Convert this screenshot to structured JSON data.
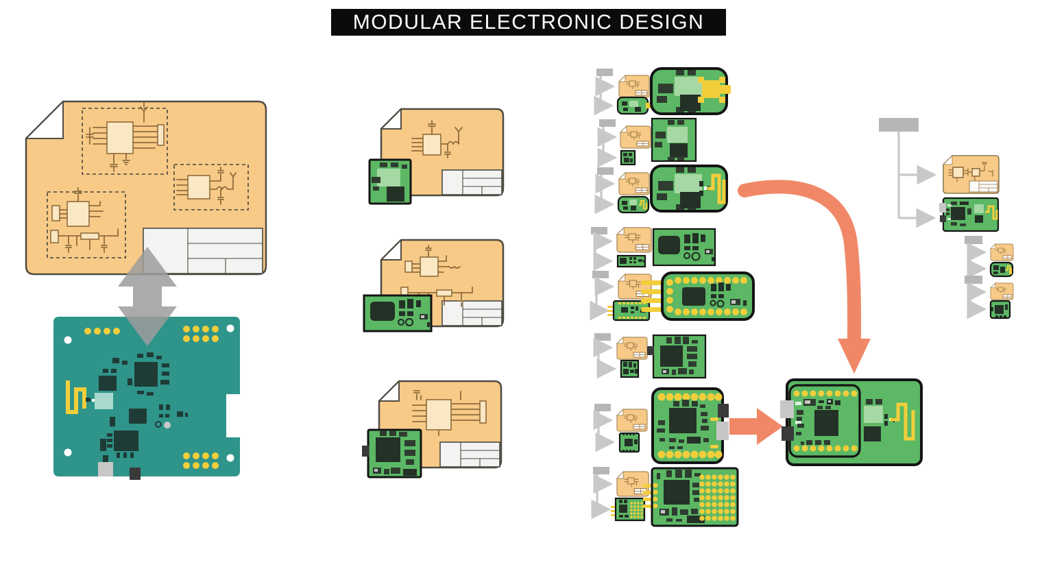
{
  "title": "MODULAR ELECTRONIC DESIGN",
  "colors": {
    "background": "#FFFFFF",
    "banner_bg": "#0B0B0B",
    "banner_text": "#FFFFFF",
    "schematic_paper": "#F7CA87",
    "schematic_ink": "#8F6C3C",
    "paper_outline": "#4F4B42",
    "pcb_teal": "#2F948A",
    "module_green": "#5CB865",
    "shield_green": "#A6D8A4",
    "component_dark": "#243126",
    "pad_yellow": "#F2CE3B",
    "connector_gray": "#C7C7C7",
    "flow_arrow_salmon": "#F08868",
    "compare_arrow_gray": "#9C9C9C",
    "tree_line_gray": "#C8C8C8",
    "placeholder_bar_gray": "#B6B6B6"
  },
  "left_panel": {
    "icons": [
      "schematic-document-large",
      "bidirectional-arrow",
      "assembled-pcb-teal"
    ],
    "schematic_blocks_count": 3
  },
  "middle_panel": {
    "pairs": [
      {
        "icons": [
          "schematic-document",
          "pcb-module-shield"
        ]
      },
      {
        "icons": [
          "schematic-document",
          "pcb-module-rf"
        ]
      },
      {
        "icons": [
          "schematic-document",
          "pcb-module-mcu"
        ]
      }
    ]
  },
  "module_catalog": {
    "rows": [
      {
        "icons": [
          "placeholder-bar",
          "mini-schematic-card",
          "mini-module",
          "module-shield-sma-connector"
        ]
      },
      {
        "icons": [
          "placeholder-bar",
          "mini-schematic-card",
          "mini-module",
          "module-shield-basic"
        ]
      },
      {
        "icons": [
          "placeholder-bar",
          "mini-schematic-card",
          "mini-module",
          "module-shield-meander-antenna"
        ]
      },
      {
        "icons": [
          "placeholder-bar",
          "mini-schematic-card",
          "mini-module",
          "module-rf-crystal"
        ]
      },
      {
        "icons": [
          "placeholder-bar",
          "mini-schematic-card",
          "mini-module",
          "module-dev-stick-header-pins"
        ]
      },
      {
        "icons": [
          "placeholder-bar",
          "mini-schematic-card",
          "mini-module",
          "module-mcu-square"
        ]
      },
      {
        "icons": [
          "placeholder-bar",
          "mini-schematic-card",
          "mini-module",
          "module-mcu-usb-castellated"
        ]
      },
      {
        "icons": [
          "placeholder-bar",
          "mini-schematic-card",
          "mini-module",
          "module-led-matrix-grid"
        ]
      }
    ]
  },
  "integration": {
    "icons": [
      "flow-arrow-curved",
      "flow-arrow-right",
      "carrier-board-with-submodule-and-antenna"
    ]
  },
  "hierarchy_panel": {
    "icons": [
      "placeholder-bar-large",
      "schematic-document-small",
      "carrier-board-small",
      "placeholder-bar",
      "mini-schematic-card",
      "mini-module-antenna",
      "placeholder-bar",
      "mini-schematic-card",
      "mini-module-chip"
    ]
  }
}
